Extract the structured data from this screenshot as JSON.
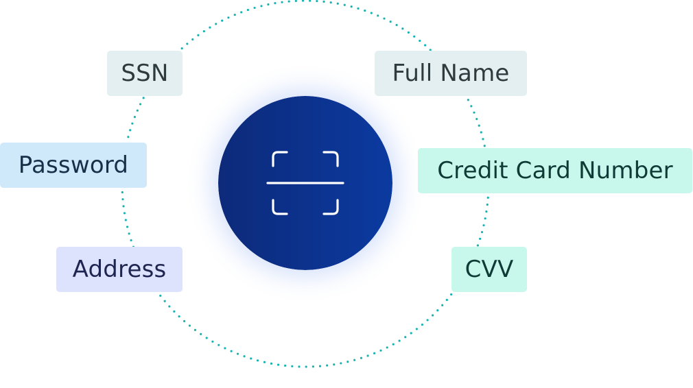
{
  "tags": [
    {
      "id": "ssn",
      "label": "SSN",
      "bg": "#e3eff0",
      "fg": "#2d3b3f"
    },
    {
      "id": "name",
      "label": "Full Name",
      "bg": "#e3eff0",
      "fg": "#2d3b3f"
    },
    {
      "id": "password",
      "label": "Password",
      "bg": "#cfe9fb",
      "fg": "#163048"
    },
    {
      "id": "card",
      "label": "Credit Card Number",
      "bg": "#c8f7ec",
      "fg": "#0f3b36"
    },
    {
      "id": "address",
      "label": "Address",
      "bg": "#dde2fd",
      "fg": "#1d2550"
    },
    {
      "id": "cvv",
      "label": "CVV",
      "bg": "#c8f7ec",
      "fg": "#0f3b36"
    }
  ],
  "colors": {
    "orbit_dots": "#17b3b3",
    "center_gradient_start": "#0d2a7a",
    "center_gradient_end": "#0b3aa0",
    "scan_icon": "#ffffff"
  },
  "center_icon": "scan-icon"
}
